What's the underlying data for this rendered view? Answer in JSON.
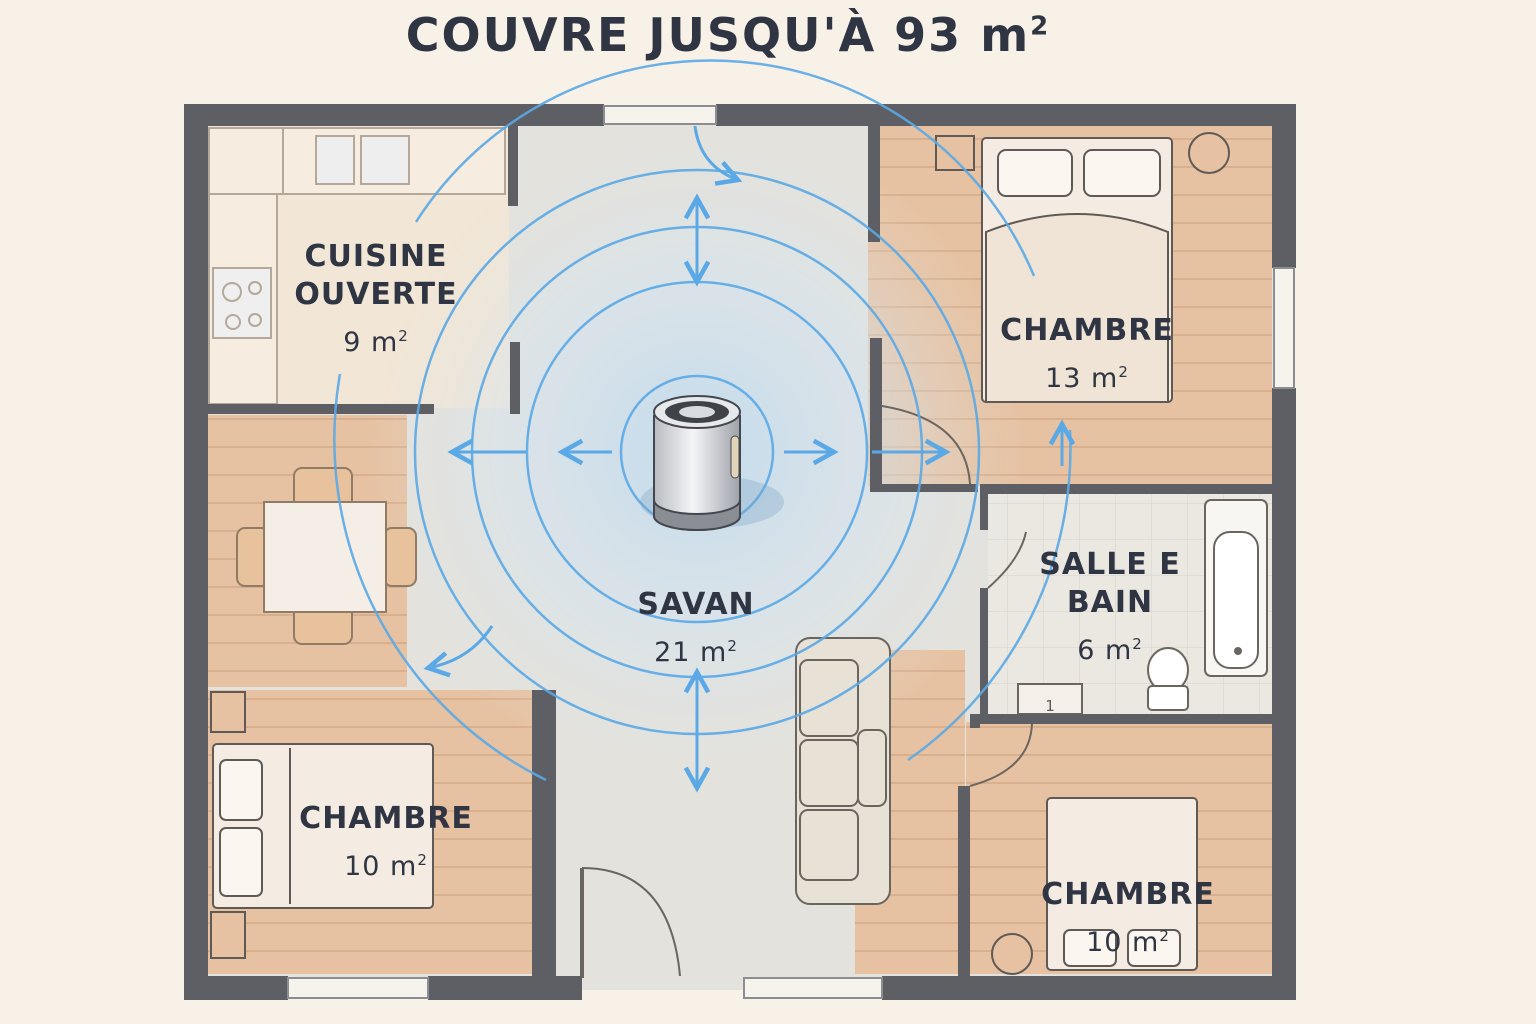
{
  "title": "COUVRE JUSQU'À 93 m",
  "title_sup": "2",
  "rooms": {
    "kitchen": {
      "name_line1": "CUISINE",
      "name_line2": "OUVERTE",
      "area": "9 m",
      "sup": "2"
    },
    "bedroom_top_right": {
      "name": "CHAMBRE",
      "area": "13 m",
      "sup": "2"
    },
    "bathroom": {
      "name_line1": "SALLE E",
      "name_line2": "BAIN",
      "area": "6 m",
      "sup": "2"
    },
    "living": {
      "name": "SAVAN",
      "area": "21 m",
      "sup": "2"
    },
    "bedroom_bottom_left": {
      "name": "CHAMBRE",
      "area": "10 m",
      "sup": "2"
    },
    "bedroom_bottom_right": {
      "name": "CHAMBRE",
      "area": "10 m",
      "sup": "2"
    }
  },
  "bath_cabinet_number": "1",
  "icons": [
    "air-purifier-icon",
    "airflow-arrow-icon",
    "bed-icon",
    "sofa-icon",
    "dining-table-icon",
    "bathtub-icon",
    "toilet-icon",
    "sink-icon",
    "stove-icon",
    "door-icon",
    "window-icon"
  ],
  "colors": {
    "background": "#f8f1e7",
    "wall": "#5d5f65",
    "floor_wood": "#e6c2a2",
    "floor_living": "#e3e2dd",
    "floor_kitchen": "#f2e6d6",
    "floor_bath": "#ebe8e2",
    "airflow": "#5aa9e6",
    "text": "#2f3542"
  }
}
